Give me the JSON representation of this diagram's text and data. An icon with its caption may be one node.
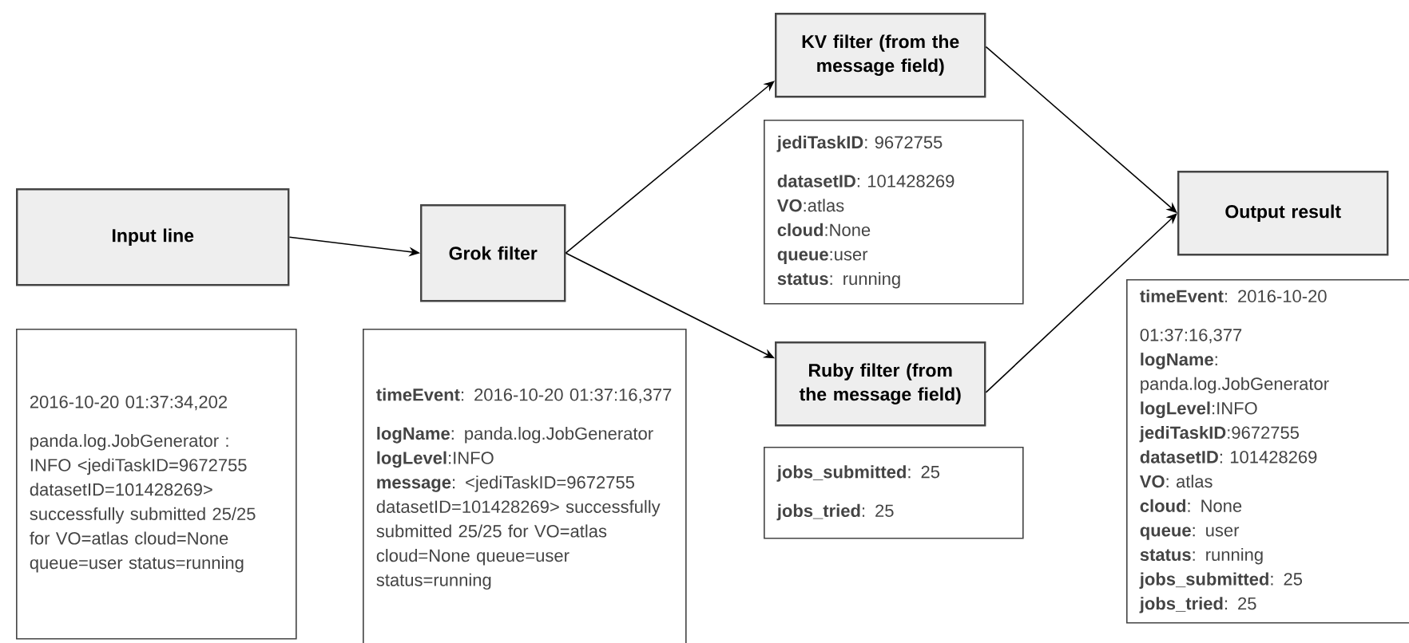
{
  "diagram": {
    "nodes": [
      {
        "text": [
          "Input line"
        ]
      },
      {
        "text": [
          "Grok filter"
        ]
      },
      {
        "text": [
          "KV filter (from the message field)"
        ]
      },
      {
        "text": [
          "Ruby filter (from the message field)"
        ]
      },
      {
        "text": [
          "Output result"
        ]
      },
      {
        "text": [
          "2016-10-20 01:37:34,202 panda.log.JobGenerator : INFO <jediTaskID=9672755 datasetID=101428269> successfully submitted 25/25 for VO=atlas cloud=None queue=user status=running"
        ]
      },
      {
        "text": [
          "**timeEvent**: 2016-10-20 01:37:16,377",
          "**logName**: panda.log.JobGenerator",
          "**logLevel**:INFO",
          "**message**: <jediTaskID=9672755 datasetID=101428269> successfully submitted 25/25 for VO=atlas cloud=None queue=user status=running"
        ]
      },
      {
        "text": [
          "**jediTaskID**: 9672755",
          "**datasetID**: 101428269",
          "**VO**:atlas",
          "**cloud**:None",
          "**queue**:user",
          "**status**: running"
        ]
      },
      {
        "text": [
          "**jobs_submitted**: 25",
          "**jobs_tried**: 25"
        ]
      },
      {
        "text": [
          "**timeEvent**: 2016-10-20 01:37:16,377",
          "**logName**: panda.log.JobGenerator",
          "**logLevel**:INFO",
          "**jediTaskID**:9672755",
          "**datasetID**: 101428269",
          "**VO**: atlas",
          "**cloud**: None",
          "**queue**: user",
          "**status**: running",
          "**jobs_submitted**: 25",
          "**jobs_tried**: 25"
        ]
      }
    ],
    "edges": [
      {
        "from": 0,
        "to": 1,
        "arrow": "to"
      },
      {
        "from": 1,
        "to": 2,
        "arrow": "to"
      },
      {
        "from": 1,
        "to": 3,
        "arrow": "to"
      },
      {
        "from": 2,
        "to": 4,
        "arrow": "to"
      },
      {
        "from": 3,
        "to": 4,
        "arrow": "to"
      }
    ]
  }
}
